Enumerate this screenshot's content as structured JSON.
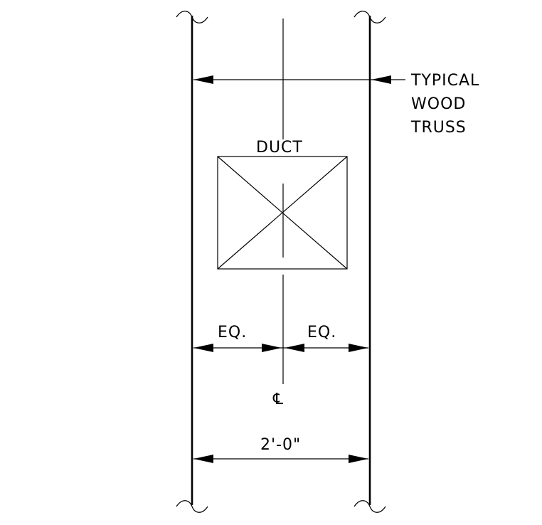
{
  "labels": {
    "callout_line1": "TYPICAL",
    "callout_line2": "WOOD",
    "callout_line3": "TRUSS",
    "duct": "DUCT",
    "eq_left": "EQ.",
    "eq_right": "EQ.",
    "centerline": "℄",
    "overall_dimension": "2'-0\""
  }
}
